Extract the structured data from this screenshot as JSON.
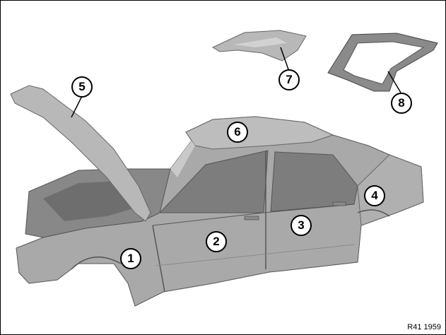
{
  "callouts": [
    "1",
    "2",
    "3",
    "4",
    "5",
    "6",
    "7",
    "8"
  ],
  "reference_code": "R41 1959",
  "colors": {
    "panel": "#a9a9a9",
    "panel_dark": "#7d7d7d",
    "panel_light": "#c9c9c9",
    "outline": "#555555"
  }
}
